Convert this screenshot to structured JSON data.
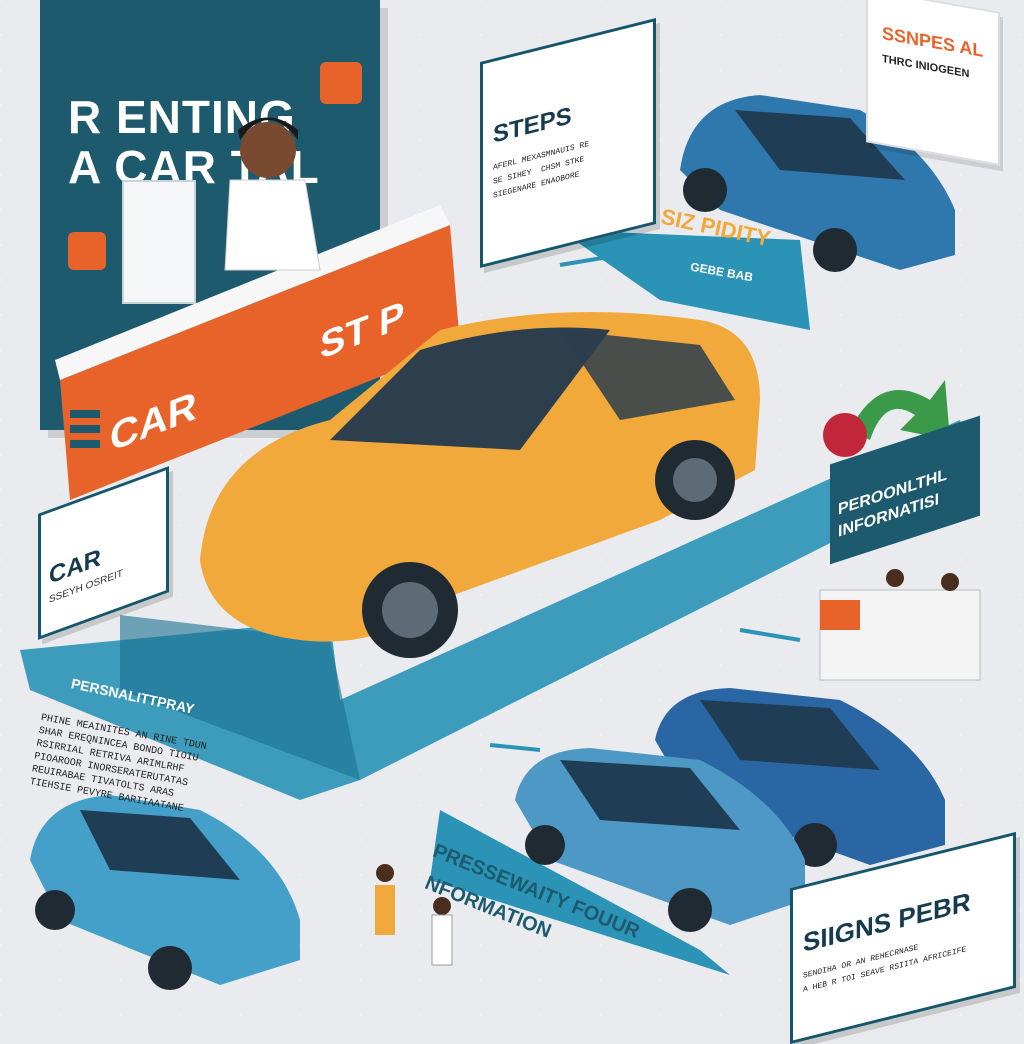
{
  "rental_panel": {
    "title_line1": "R ENTING",
    "title_line2": "A CAR TAL"
  },
  "counter": {
    "front_label": "CAR",
    "side_label": "ST P"
  },
  "steps_sign": {
    "title": "STEPS",
    "text_line1": "AFERL MEXASMNAUIS RE",
    "text_line2": "SE SIHEY  CHSM STKE",
    "text_line3": "SIEGENARE ENAOBORE"
  },
  "top_right_sign": {
    "line1": "SSNPES AL",
    "line2": "THRC INIOGEEN"
  },
  "ribbon_middle": {
    "line1": "SIZ PIDITY",
    "line2": "GEBE BAB"
  },
  "car_sign": {
    "title": "CAR",
    "subtitle": "SSEYH OSREIT"
  },
  "personal_sign": {
    "line1": "PEROONLTHL",
    "line2": "INFORNATISI"
  },
  "ribbon_left": {
    "label": "PERSNALITTPRAY"
  },
  "left_text": {
    "line1": "PHINE MEAINITES AN RINE TDUN",
    "line2": "SHAR EREQNINCEA BONDO TIOIU",
    "line3": "RSIRRIAL RETRIVA ARIMLRHF",
    "line4": "PIOAROOR INORSERATERUTATAS",
    "line5": "REUIRABAE TIVATOLTS ARAS",
    "line6": "TIEHSIE PEVYRE BARIIAATANE"
  },
  "ribbon_bottom": {
    "line1": "PRESSEWAITY FOUUR",
    "line2": "NFORMATION"
  },
  "signs_sign": {
    "title": "SIIGNS PEBR",
    "text_line1": "SENOIHA OR AN REHECRNASE",
    "text_line2": "A HEB R TOI SEAVE RSIITA AFRICEIFE"
  },
  "colors": {
    "panel": "#1e5a6e",
    "counter_orange": "#e8632a",
    "car_orange": "#f0a93a",
    "car_blue": "#2f78ad",
    "ribbon_blue": "#2a93b6",
    "background": "#e9ebee"
  }
}
